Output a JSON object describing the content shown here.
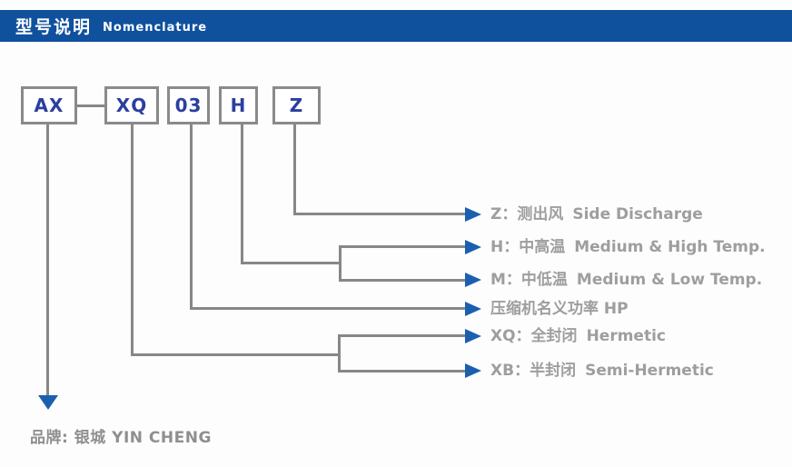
{
  "header": {
    "title_cn": "型号说明",
    "title_en": "Nomenclature"
  },
  "model_boxes": [
    {
      "code": "AX"
    },
    {
      "code": "XQ"
    },
    {
      "code": "03"
    },
    {
      "code": "H"
    },
    {
      "code": "Z"
    }
  ],
  "legend": [
    {
      "cn": "Z：测出风",
      "en": "Side Discharge"
    },
    {
      "cn": "H：中高温",
      "en": "Medium & High Temp."
    },
    {
      "cn": "M：中低温",
      "en": "Medium & Low Temp."
    },
    {
      "cn": "压缩机名义功率 HP",
      "en": ""
    },
    {
      "cn": "XQ：全封闭",
      "en": "Hermetic"
    },
    {
      "cn": "XB：半封闭",
      "en": "Semi-Hermetic"
    }
  ],
  "brand": {
    "label": "品牌: 银城 YIN CHENG"
  },
  "colors": {
    "header_bg": "#10519e",
    "box_border": "#8a8a8a",
    "box_text": "#2b3f9e",
    "line": "#878787",
    "arrow": "#1b5fb0",
    "label_text": "#9e9e9e",
    "brand_text": "#8f8f8f"
  }
}
